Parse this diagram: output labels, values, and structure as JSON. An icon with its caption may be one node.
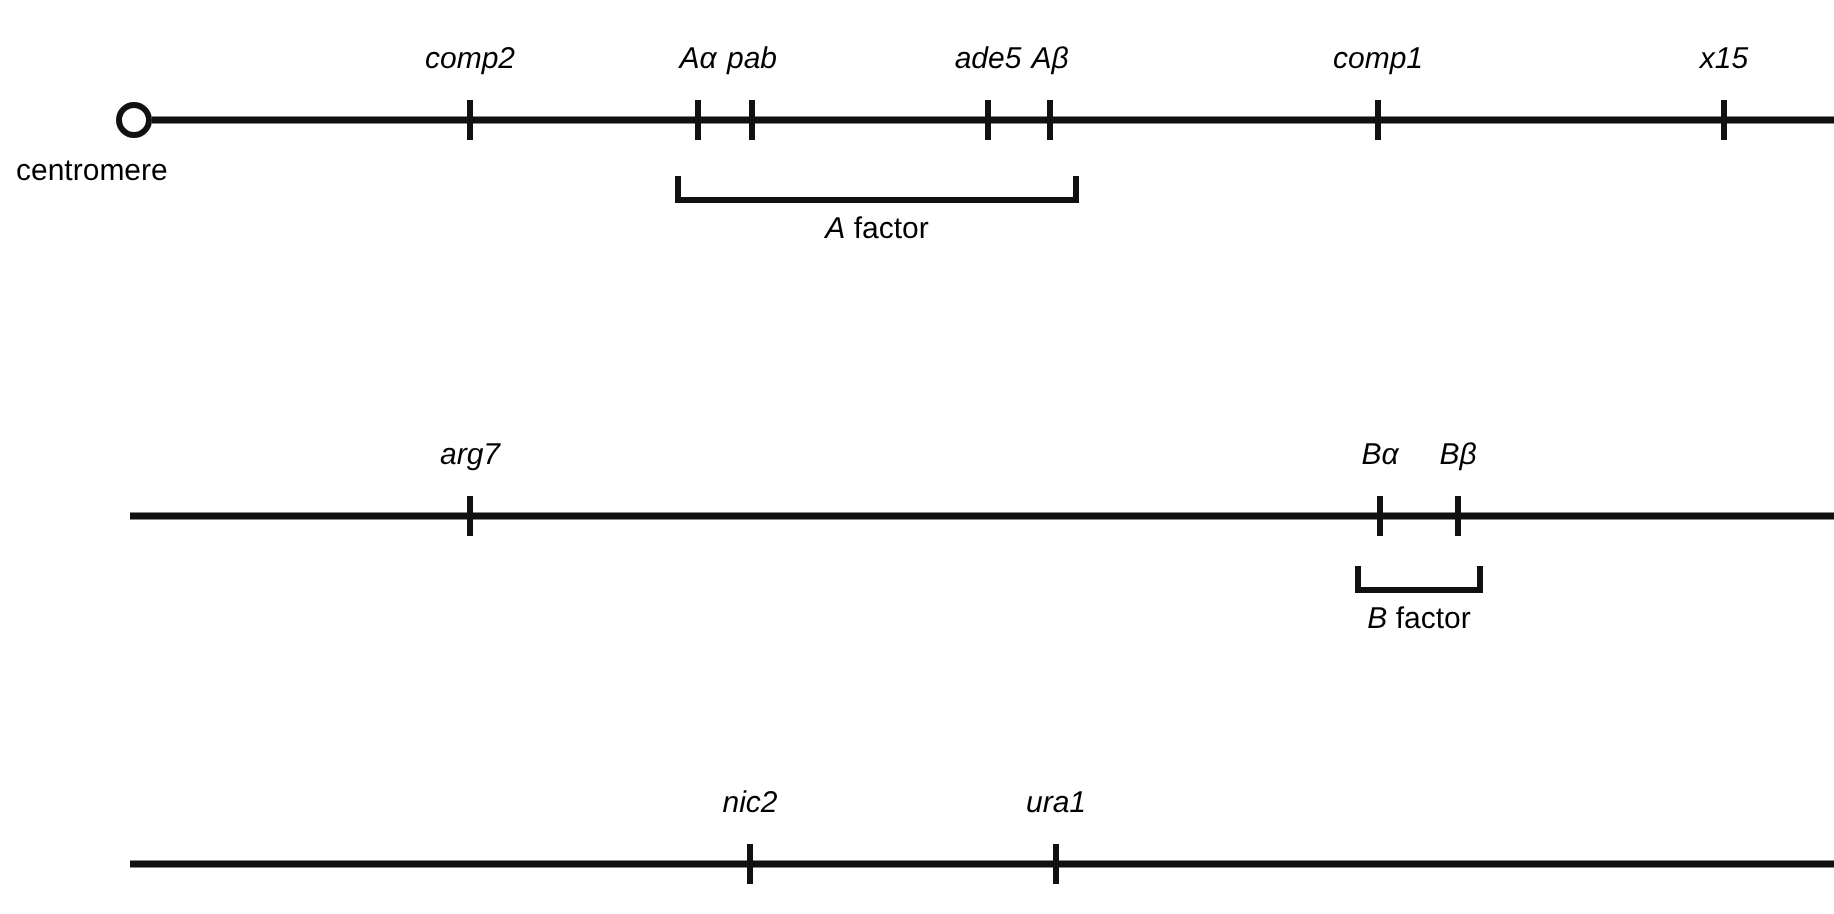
{
  "diagram": {
    "nodes": [
      {
        "text": [],
        "shape": "circle",
        "beside": [
          "centromere"
        ]
      }
    ],
    "labels": [
      "comp2",
      "Aα",
      "pab",
      "ade5",
      "Aβ",
      "comp1",
      "x15",
      "*A* factor",
      "arg7",
      "Bα",
      "Bβ",
      "*B* factor",
      "nic2",
      "ura1"
    ]
  }
}
